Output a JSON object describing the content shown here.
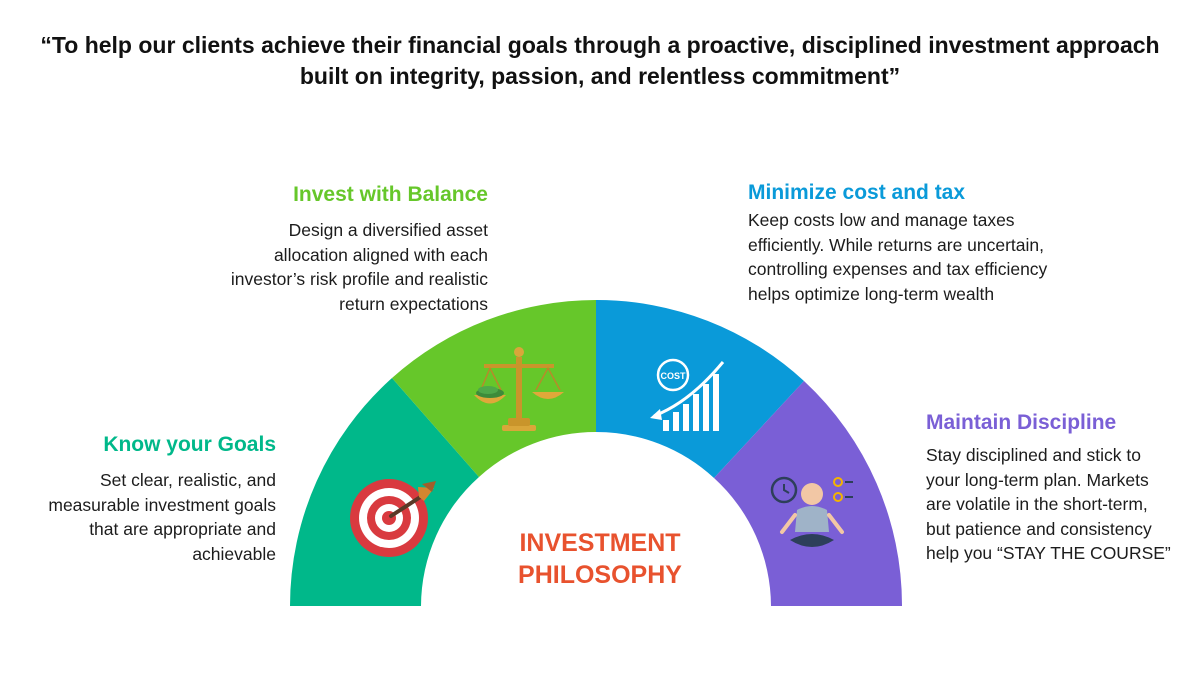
{
  "mission_quote": "“To help our clients achieve their financial goals through a proactive, disciplined investment approach built on integrity, passion, and relentless commitment”",
  "center": {
    "line1": "INVESTMENT",
    "line2": "PHILOSOPHY"
  },
  "pillars": [
    {
      "title": "Know your Goals",
      "text": "Set clear, realistic, and measurable investment goals that are appropriate and achievable",
      "color": "#00b88a",
      "icon": "target-icon"
    },
    {
      "title": "Invest with Balance",
      "text": "Design a diversified asset allocation aligned with each investor’s risk profile and realistic return expectations",
      "color": "#66c72a",
      "icon": "balance-scale-icon"
    },
    {
      "title": "Minimize cost and tax",
      "text": "Keep costs low and manage taxes efficiently. While returns are uncertain, controlling expenses and tax efficiency helps optimize long-term wealth",
      "color": "#0a9ad9",
      "icon": "cost-chart-icon",
      "icon_label": "COST"
    },
    {
      "title": "Maintain Discipline",
      "text": "Stay disciplined and stick to your long-term plan. Markets are volatile in the short-term, but patience and consistency help you “STAY THE COURSE”",
      "color": "#7a5fd6",
      "icon": "meditation-icon"
    }
  ]
}
